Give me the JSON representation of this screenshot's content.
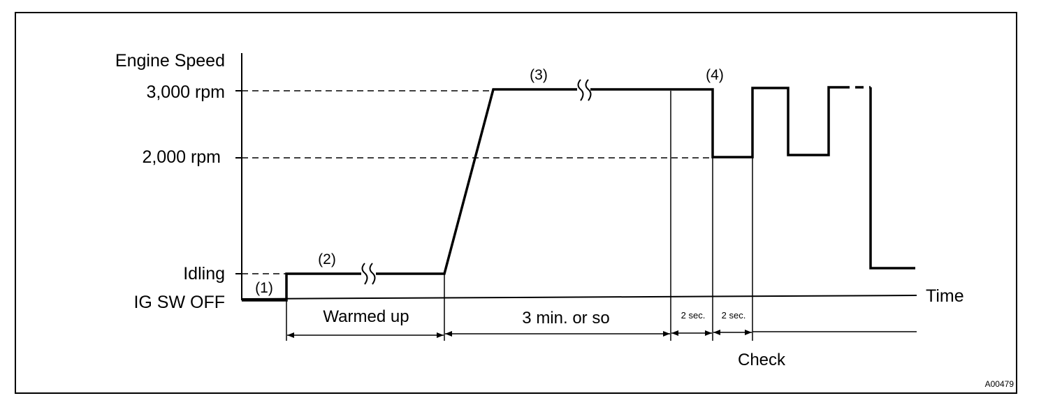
{
  "axis": {
    "y_title": "Engine Speed",
    "x_title": "Time",
    "levels": [
      "3,000 rpm",
      "2,000 rpm",
      "Idling",
      "IG SW OFF"
    ]
  },
  "phases": [
    "(1)",
    "(2)",
    "(3)",
    "(4)"
  ],
  "durations": {
    "warmed_up": "Warmed up",
    "three_min": "3 min. or so",
    "two_sec_a": "2 sec.",
    "two_sec_b": "2 sec.",
    "check": "Check"
  },
  "figure_code": "A00479",
  "colors": {
    "line": "#000000",
    "background": "#ffffff"
  }
}
